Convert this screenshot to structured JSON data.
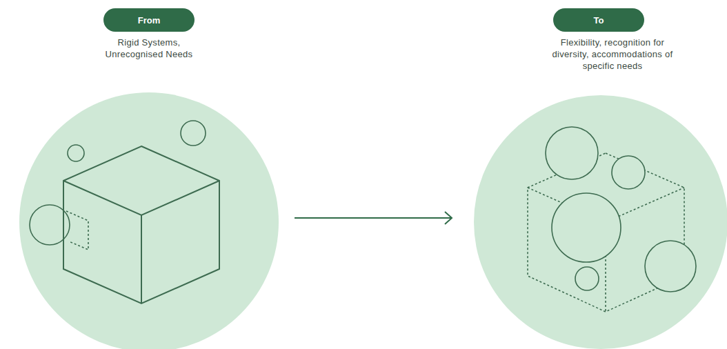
{
  "diagram": {
    "nodes": [
      {
        "text": [
          "From"
        ]
      },
      {
        "text": [
          "To"
        ]
      }
    ],
    "labels": [
      "Rigid Systems, Unrecognised Needs",
      "Flexibility, recognition for diversity, accommodations of specific needs"
    ]
  }
}
